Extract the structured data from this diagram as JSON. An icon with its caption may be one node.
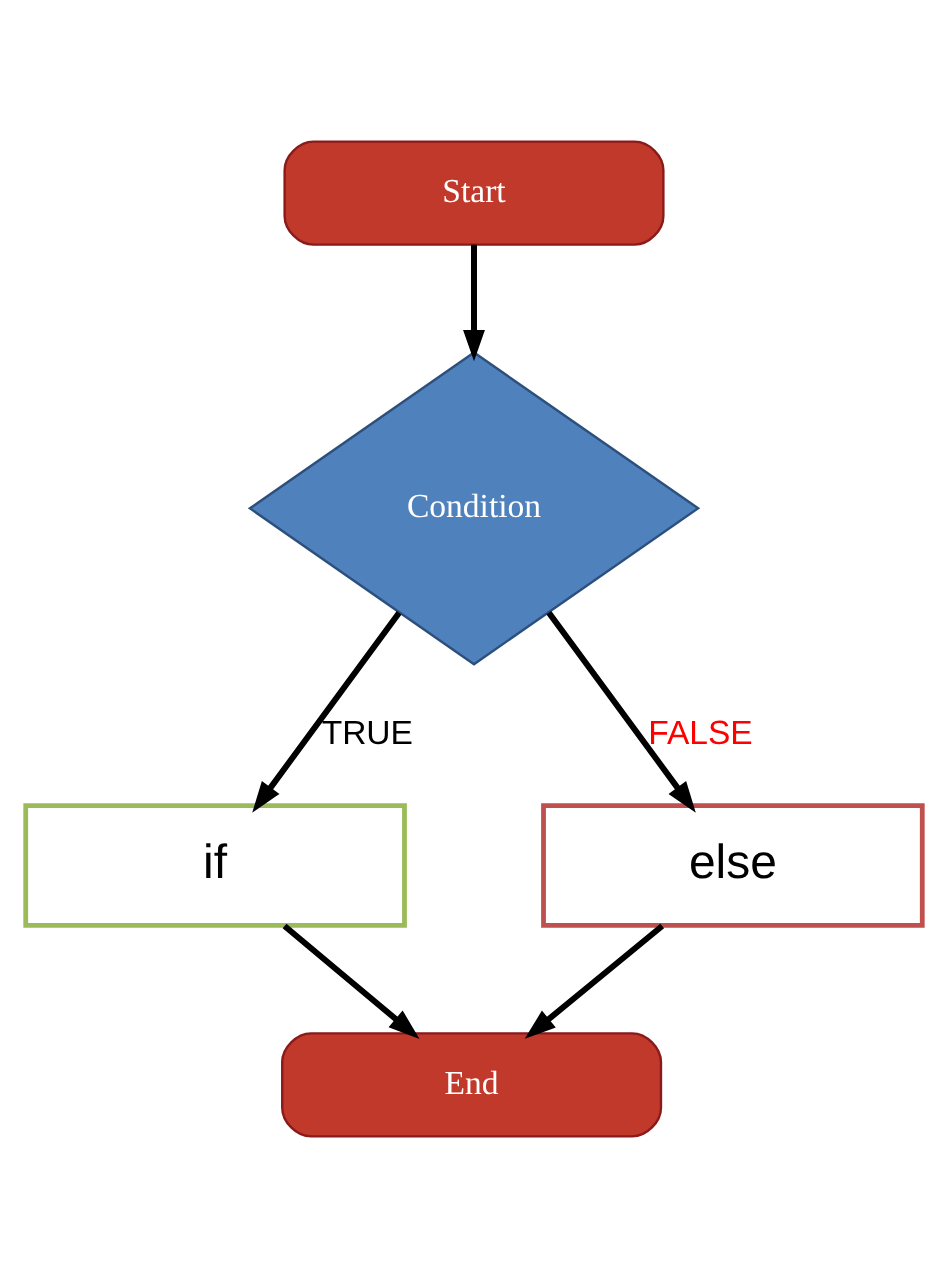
{
  "diagram": {
    "nodes": [
      {
        "text": [
          "Start"
        ]
      },
      {
        "text": [
          "Condition"
        ]
      },
      {
        "text": [
          "if"
        ]
      },
      {
        "text": [
          "else"
        ]
      },
      {
        "text": [
          "End"
        ]
      }
    ],
    "edges": [
      {
        "from": 0,
        "to": 1,
        "arrow": "to"
      },
      {
        "from": 1,
        "to": 2,
        "arrow": "to",
        "label": "TRUE"
      },
      {
        "from": 1,
        "to": 3,
        "arrow": "to",
        "label": "FALSE"
      },
      {
        "from": 2,
        "to": 4,
        "arrow": "to"
      },
      {
        "from": 3,
        "to": 4,
        "arrow": "to"
      }
    ]
  }
}
